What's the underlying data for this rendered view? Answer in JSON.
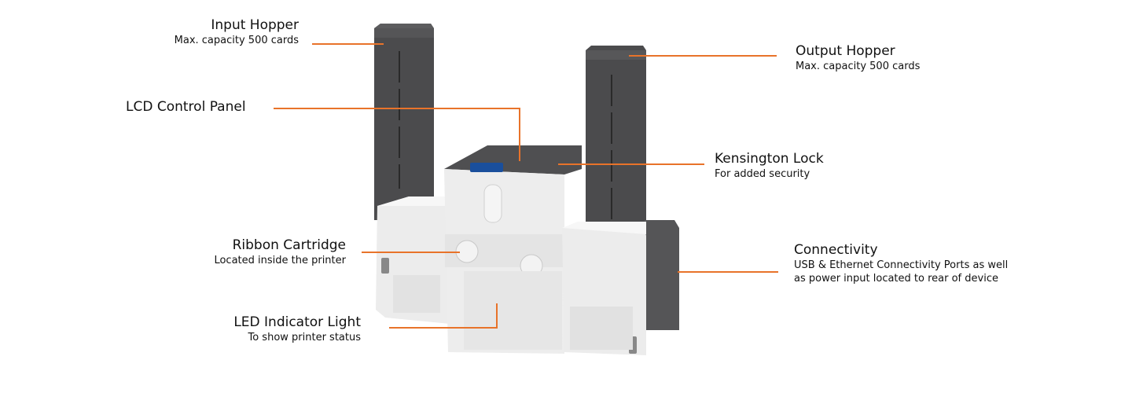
{
  "accent_color": "#e8732a",
  "callouts": {
    "input_hopper": {
      "title": "Input Hopper",
      "subtitle": "Max. capacity 500 cards"
    },
    "lcd_panel": {
      "title": "LCD Control Panel"
    },
    "output_hopper": {
      "title": "Output Hopper",
      "subtitle": "Max. capacity 500 cards"
    },
    "kensington_lock": {
      "title": "Kensington Lock",
      "subtitle": "For added security"
    },
    "ribbon_cartridge": {
      "title": "Ribbon Cartridge",
      "subtitle": "Located inside the printer"
    },
    "connectivity": {
      "title": "Connectivity",
      "subtitle": "USB & Ethernet Connectivity Ports as well as power input located to rear of device"
    },
    "led_light": {
      "title": "LED Indicator Light",
      "subtitle": "To show printer status"
    }
  }
}
